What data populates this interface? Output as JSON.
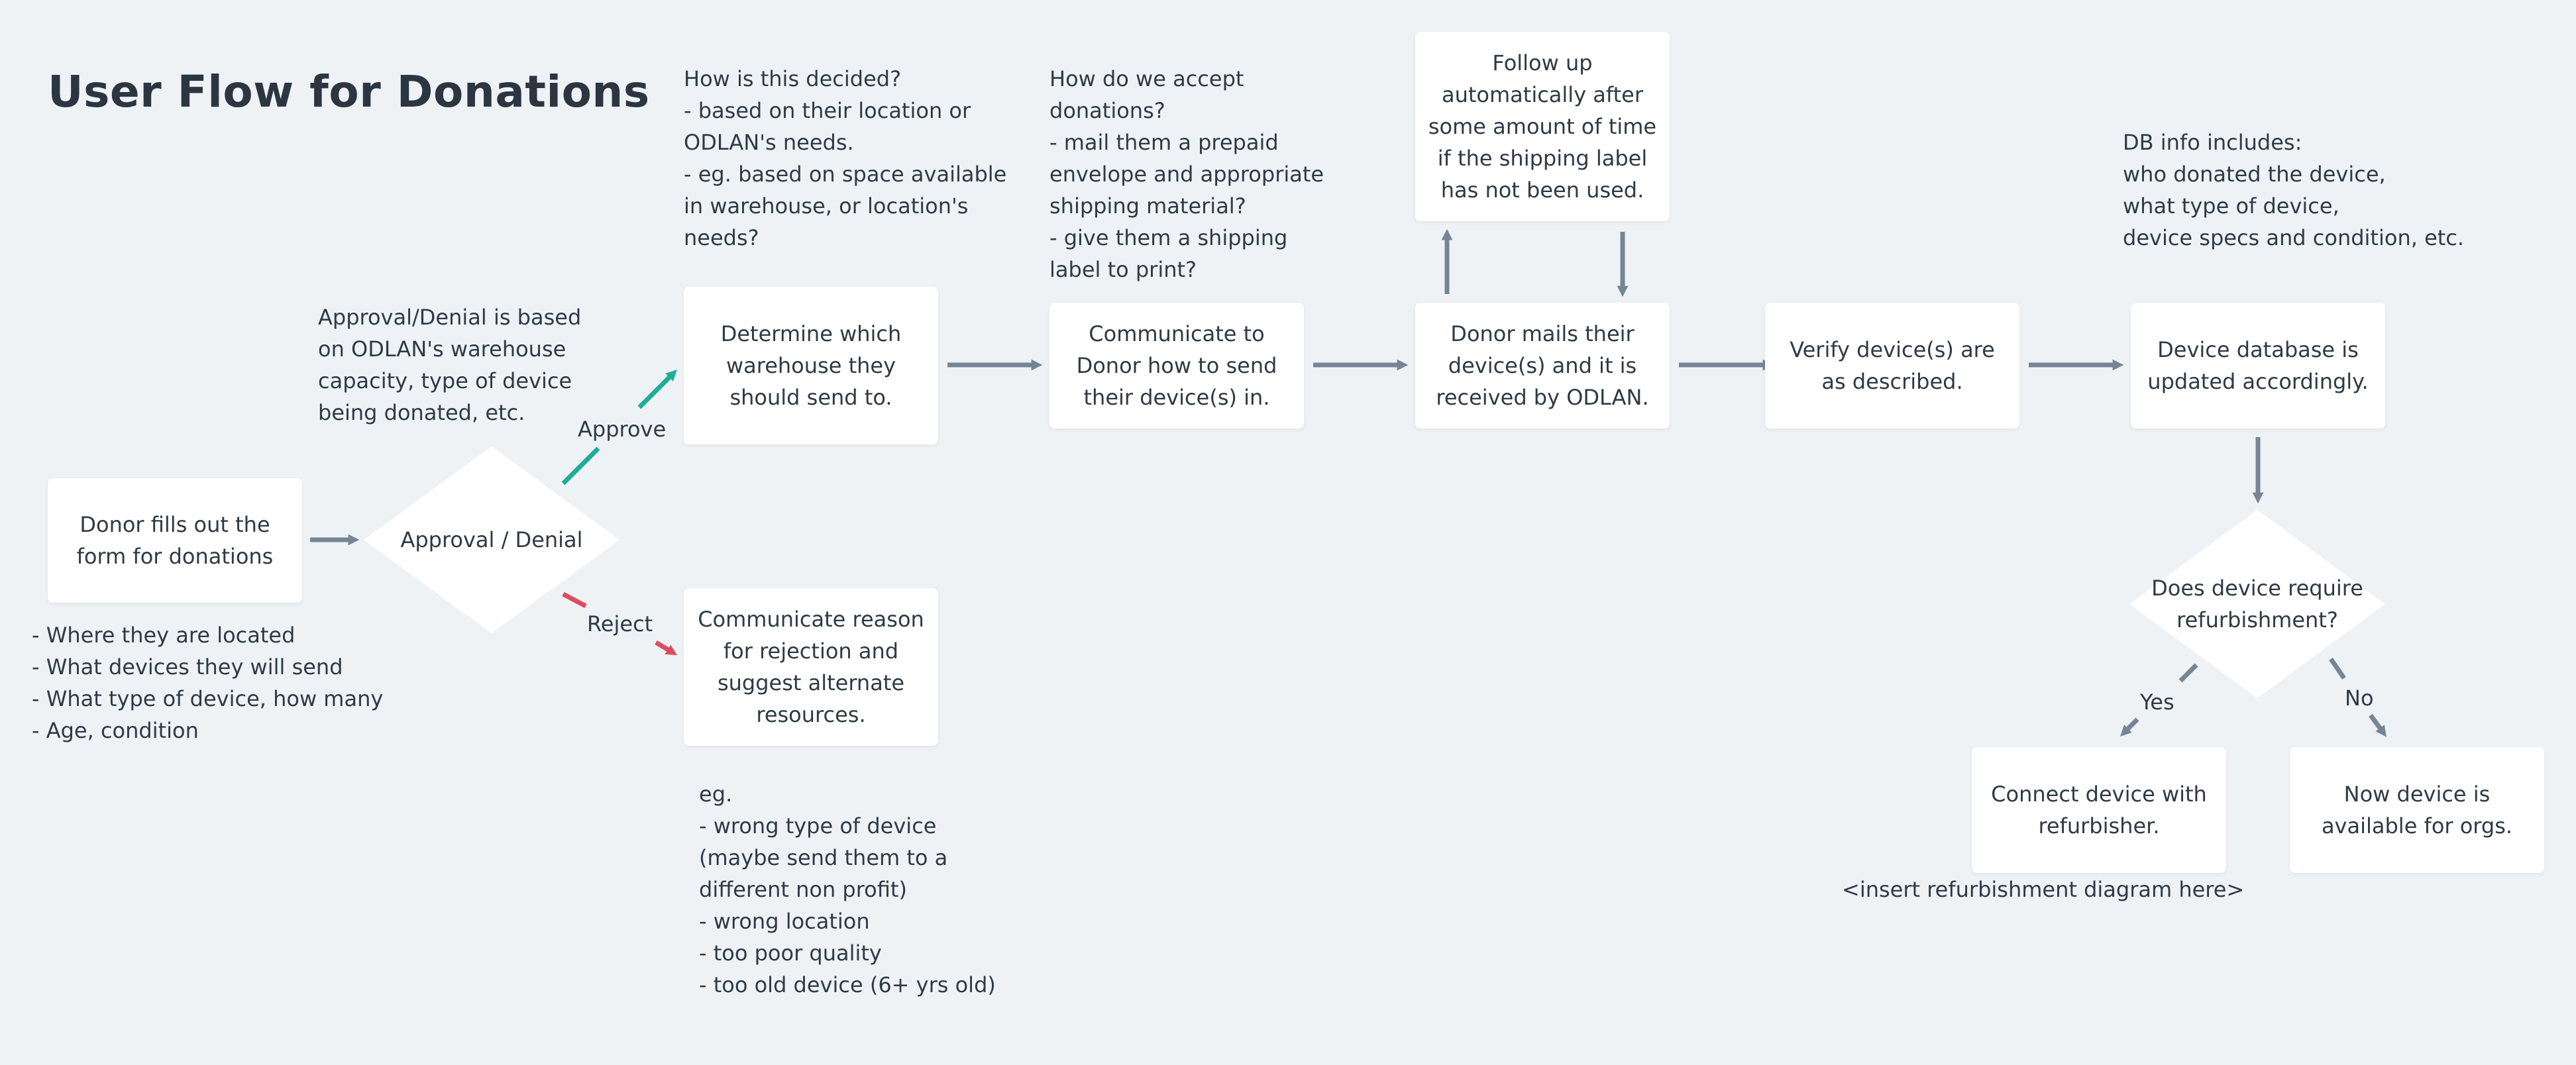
{
  "title": "User Flow for Donations",
  "colors": {
    "background": "#eff2f5",
    "box": "#ffffff",
    "arrow": "#758595",
    "approve": "#1fae9b",
    "reject": "#de4c5f",
    "text": "#2e3a45"
  },
  "nodes": {
    "donor_form": "Donor fills out the\nform for donations",
    "approval_denial": "Approval / Denial",
    "determine_warehouse": "Determine which\nwarehouse they\nshould send to.",
    "communicate_reason": "Communicate reason\nfor rejection and\nsuggest alternate\nresources.",
    "communicate_send": "Communicate to\nDonor how to send\ntheir device(s) in.",
    "follow_up": "Follow up\nautomatically after\nsome amount of time\nif the shipping label\nhas not been used.",
    "donor_mails": "Donor mails their\ndevice(s) and it is\nreceived by ODLAN.",
    "verify_devices": "Verify device(s) are\nas described.",
    "database_updated": "Device database is\nupdated accordingly.",
    "refurbishment_decision": "Does device require\nrefurbishment?",
    "connect_refurbisher": "Connect device with\nrefurbisher.",
    "available_orgs": "Now device is\navailable for orgs."
  },
  "edge_labels": {
    "approve": "Approve",
    "reject": "Reject",
    "yes": "Yes",
    "no": "No"
  },
  "notes": {
    "donor_form_details": "- Where they are located\n- What devices they will send\n- What type of device, how many\n- Age, condition",
    "approval_basis": "Approval/Denial is based\non ODLAN's warehouse\ncapacity, type of device\nbeing donated, etc.",
    "warehouse_decision": "How is this decided?\n- based on their location or\nODLAN's needs.\n- eg. based on space available\nin warehouse, or location's\nneeds?",
    "accept_donations": "How do we accept\ndonations?\n- mail them a prepaid\nenvelope and appropriate\nshipping material?\n- give them a shipping\nlabel to print?",
    "db_info": "DB info includes:\nwho donated the device,\nwhat type of device,\ndevice specs and condition, etc.",
    "rejection_examples": "eg.\n- wrong type of device\n(maybe send them to a\ndifferent non profit)\n- wrong location\n- too poor quality\n- too old device (6+ yrs old)",
    "refurbishment_placeholder": "<insert refurbishment diagram here>"
  }
}
